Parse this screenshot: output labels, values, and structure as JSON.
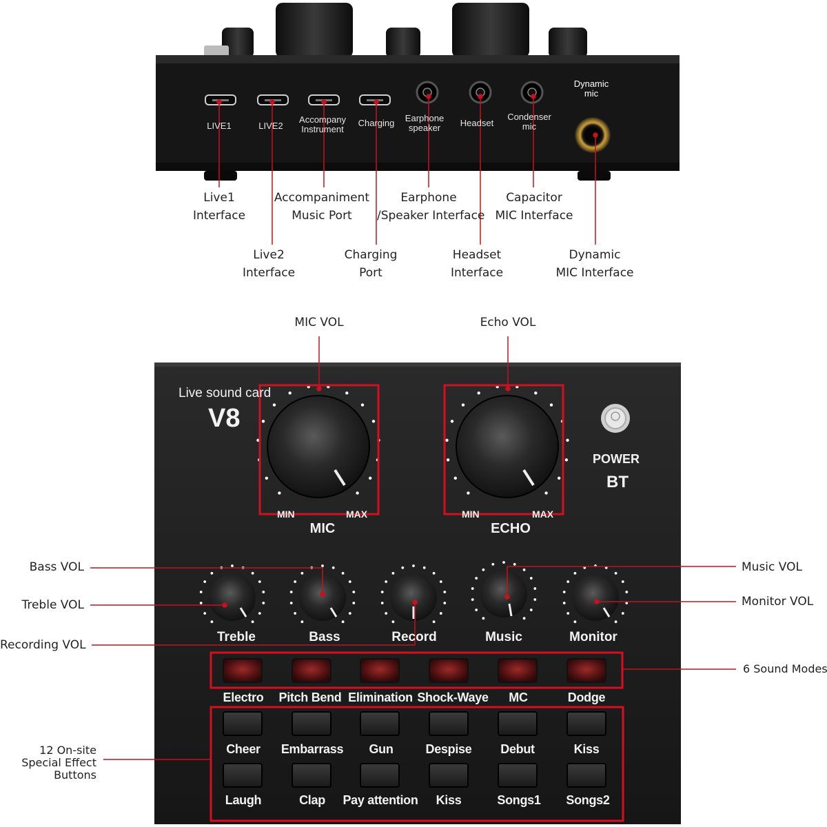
{
  "back_panel": {
    "ports": [
      {
        "label": "LIVE1",
        "type": "micro-usb"
      },
      {
        "label": "LIVE2",
        "type": "micro-usb"
      },
      {
        "label": "Accompany Instrument",
        "type": "micro-usb"
      },
      {
        "label": "Charging",
        "type": "micro-usb"
      },
      {
        "label": "Earphone speaker",
        "type": "jack-3.5mm"
      },
      {
        "label": "Headset",
        "type": "jack-3.5mm"
      },
      {
        "label": "Condenser mic",
        "type": "jack-3.5mm"
      },
      {
        "label": "Dynamic mic",
        "type": "jack-6.35mm"
      }
    ],
    "callouts": [
      {
        "line1": "Live1",
        "line2": "Interface"
      },
      {
        "line1": "Live2",
        "line2": "Interface"
      },
      {
        "line1": "Accompaniment",
        "line2": "Music Port"
      },
      {
        "line1": "Charging",
        "line2": "Port"
      },
      {
        "line1": "Earphone",
        "line2": "/Speaker Interface"
      },
      {
        "line1": "Headset",
        "line2": "Interface"
      },
      {
        "line1": "Capacitor",
        "line2": "MIC Interface"
      },
      {
        "line1": "Dynamic",
        "line2": "MIC Interface"
      }
    ]
  },
  "front_panel": {
    "brand": "Live sound card",
    "model": "V8",
    "power_label": "POWER",
    "bt_label": "BT",
    "big_knobs": [
      {
        "label": "MIC",
        "min": "MIN",
        "max": "MAX",
        "callout": "MIC VOL"
      },
      {
        "label": "ECHO",
        "min": "MIN",
        "max": "MAX",
        "callout": "Echo VOL"
      }
    ],
    "small_knobs": [
      {
        "label": "Treble"
      },
      {
        "label": "Bass"
      },
      {
        "label": "Record"
      },
      {
        "label": "Music"
      },
      {
        "label": "Monitor"
      }
    ],
    "left_callouts": [
      "Bass VOL",
      "Treble VOL",
      "Recording VOL"
    ],
    "right_callouts": [
      "Music VOL",
      "Monitor VOL",
      "6 Sound Modes"
    ],
    "sound_modes": [
      "Electro",
      "Pitch Bend",
      "Elimination",
      "Shock-Waye",
      "MC",
      "Dodge"
    ],
    "effects_callout": "12 On-site Special Effect Buttons",
    "effect_buttons_row1": [
      "Cheer",
      "Embarrass",
      "Gun",
      "Despise",
      "Debut",
      "Kiss"
    ],
    "effect_buttons_row2": [
      "Laugh",
      "Clap",
      "Pay attention",
      "Kiss",
      "Songs1",
      "Songs2"
    ]
  },
  "colors": {
    "callout_line": "#c8101e",
    "highlight_box": "#d41020",
    "device_body": "#1c1c1c",
    "sound_mode_led": "#7a1212"
  }
}
